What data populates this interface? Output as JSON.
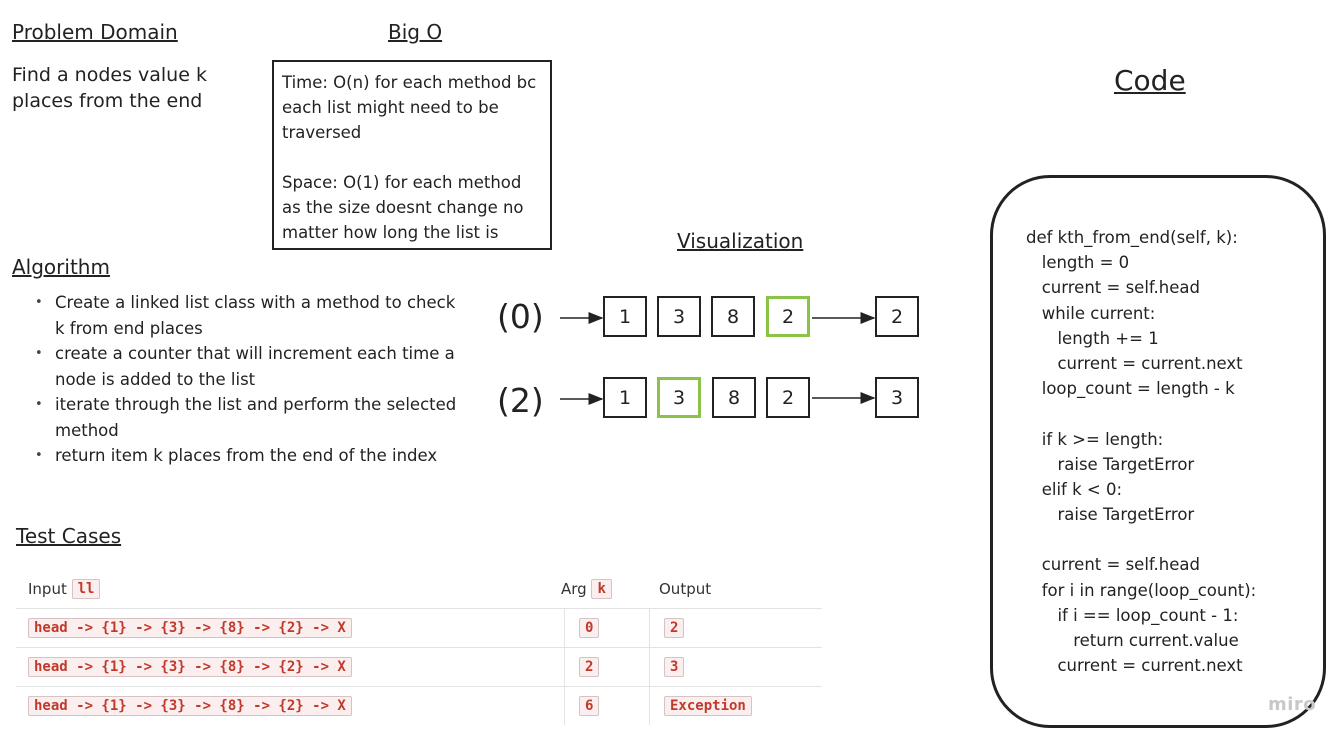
{
  "problem_domain": {
    "heading": "Problem Domain",
    "line1": "Find a nodes value k",
    "line2": "places from the end"
  },
  "big_o": {
    "heading": "Big O",
    "time": "Time: O(n) for each method bc each list might need to be traversed",
    "space": "Space: O(1) for each method as the size doesnt change no matter how long the list is"
  },
  "algorithm": {
    "heading": "Algorithm",
    "items": [
      "Create a linked list class with a method to check k from end places",
      "create a counter that will increment each time a node is added to the list",
      "iterate through the list and perform the selected method",
      "return item k places from the end of the index"
    ]
  },
  "visualization": {
    "heading": "Visualization",
    "rows": [
      {
        "label": "(0)",
        "nodes": [
          "1",
          "3",
          "8",
          "2"
        ],
        "highlight_index": 3,
        "result": "2"
      },
      {
        "label": "(2)",
        "nodes": [
          "1",
          "3",
          "8",
          "2"
        ],
        "highlight_index": 1,
        "result": "3"
      }
    ],
    "highlight_color": "#8bc34a"
  },
  "test_cases": {
    "heading": "Test Cases",
    "columns": {
      "input": "Input",
      "input_tag": "ll",
      "arg": "Arg",
      "arg_tag": "k",
      "output": "Output"
    },
    "rows": [
      {
        "input": "head -> {1} -> {3} -> {8} -> {2} -> X",
        "arg": "0",
        "output": "2"
      },
      {
        "input": "head -> {1} -> {3} -> {8} -> {2} -> X",
        "arg": "2",
        "output": "3"
      },
      {
        "input": "head -> {1} -> {3} -> {8} -> {2} -> X",
        "arg": "6",
        "output": "Exception"
      }
    ]
  },
  "code": {
    "heading": "Code",
    "lines": [
      "def kth_from_end(self, k):",
      "   length = 0",
      "   current = self.head",
      "   while current:",
      "      length += 1",
      "      current = current.next",
      "   loop_count = length - k",
      "",
      "   if k >= length:",
      "      raise TargetError",
      "   elif k < 0:",
      "      raise TargetError",
      "",
      "   current = self.head",
      "   for i in range(loop_count):",
      "      if i == loop_count - 1:",
      "         return current.value",
      "      current = current.next"
    ]
  },
  "watermark": "miro"
}
